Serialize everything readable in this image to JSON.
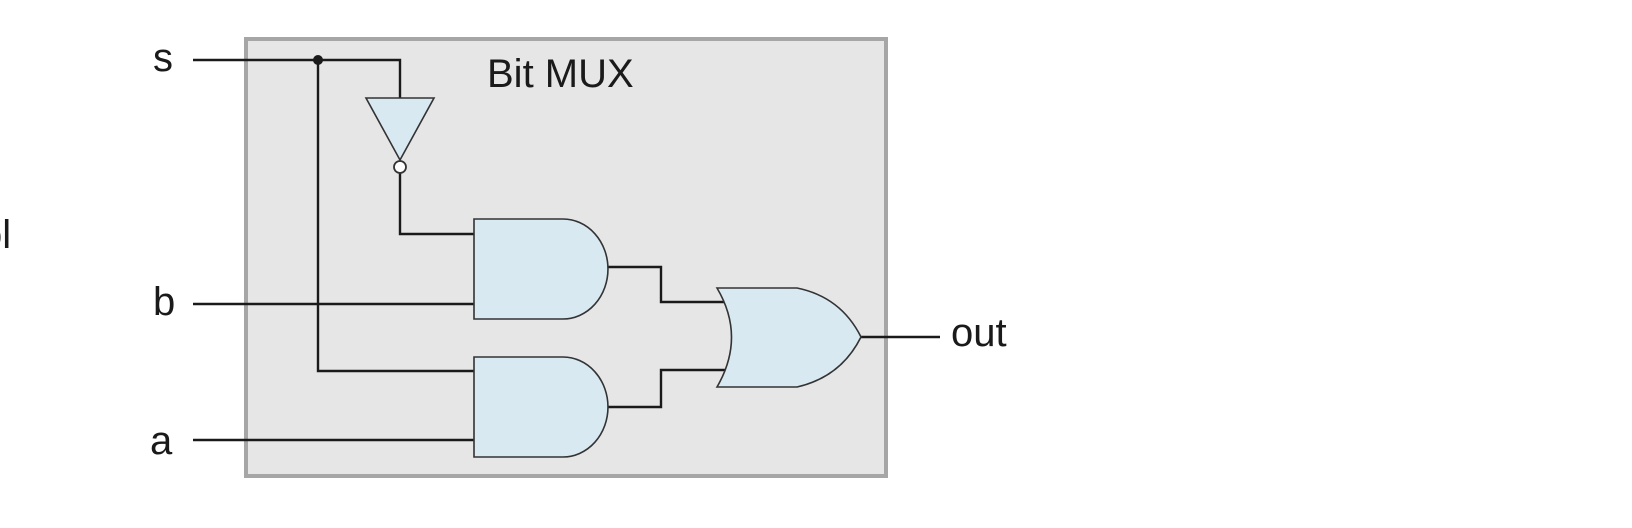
{
  "diagram": {
    "title": "Bit MUX",
    "inputs": {
      "s": "s",
      "b": "b",
      "a": "a"
    },
    "output": "out",
    "cropped_label": "ol",
    "colors": {
      "box_fill": "#e6e6e6",
      "box_border": "#a6a6a6",
      "gate_fill": "#d9e9f2",
      "wire": "#1a1a1a"
    },
    "gates": [
      {
        "name": "not-gate",
        "kind": "NOT"
      },
      {
        "name": "and-gate-top",
        "kind": "AND"
      },
      {
        "name": "and-gate-bottom",
        "kind": "AND"
      },
      {
        "name": "or-gate",
        "kind": "OR"
      }
    ]
  }
}
